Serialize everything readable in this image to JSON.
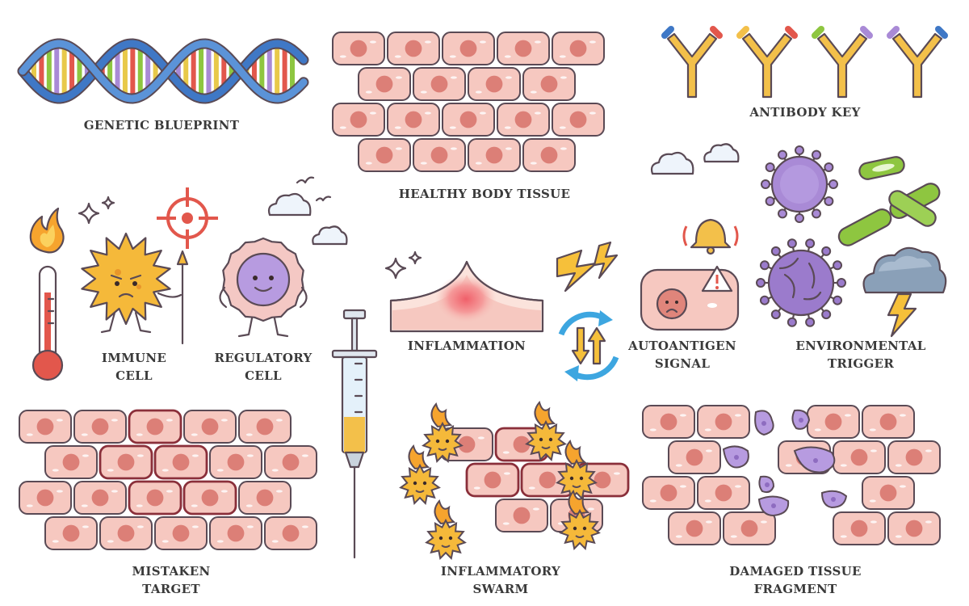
{
  "labels": {
    "genetic_blueprint": "GENETIC BLUEPRINT",
    "healthy_body_tissue": "HEALTHY BODY TISSUE",
    "antibody_key": "ANTIBODY KEY",
    "immune_cell_1": "IMMUNE",
    "immune_cell_2": "CELL",
    "regulatory_cell_1": "REGULATORY",
    "regulatory_cell_2": "CELL",
    "inflammation": "INFLAMMATION",
    "autoantigen_signal_1": "AUTOANTIGEN",
    "autoantigen_signal_2": "SIGNAL",
    "environmental_trigger_1": "ENVIRONMENTAL",
    "environmental_trigger_2": "TRIGGER",
    "mistaken_target_1": "MISTAKEN",
    "mistaken_target_2": "TARGET",
    "inflammatory_swarm_1": "INFLAMMATORY",
    "inflammatory_swarm_2": "SWARM",
    "damaged_tissue_fragment_1": "DAMAGED TISSUE",
    "damaged_tissue_fragment_2": "FRAGMENT"
  },
  "colors": {
    "cell_fill": "#f6c8c0",
    "cell_nucleus": "#d9776f",
    "outline": "#5a4a55",
    "dna_blue": "#3f78c6",
    "antibody_yellow": "#f3c04a",
    "immune_orange": "#f5b93a",
    "regulatory_purple": "#b79be0",
    "virus_purple": "#a98ad6",
    "bacteria_green": "#8ec640",
    "alert_red": "#e2574c",
    "arrow_blue": "#3da6e0",
    "lightning_yellow": "#f6c03a"
  },
  "icons": [
    "dna-helix-icon",
    "antibody-icon",
    "virus-icon",
    "bacteria-icon",
    "thermometer-icon",
    "flame-icon",
    "target-crosshair-icon",
    "bell-icon",
    "warning-icon",
    "storm-cloud-icon",
    "lightning-icon",
    "syringe-icon",
    "cycle-arrows-icon",
    "sparkle-icon",
    "cloud-icon",
    "bird-icon"
  ]
}
